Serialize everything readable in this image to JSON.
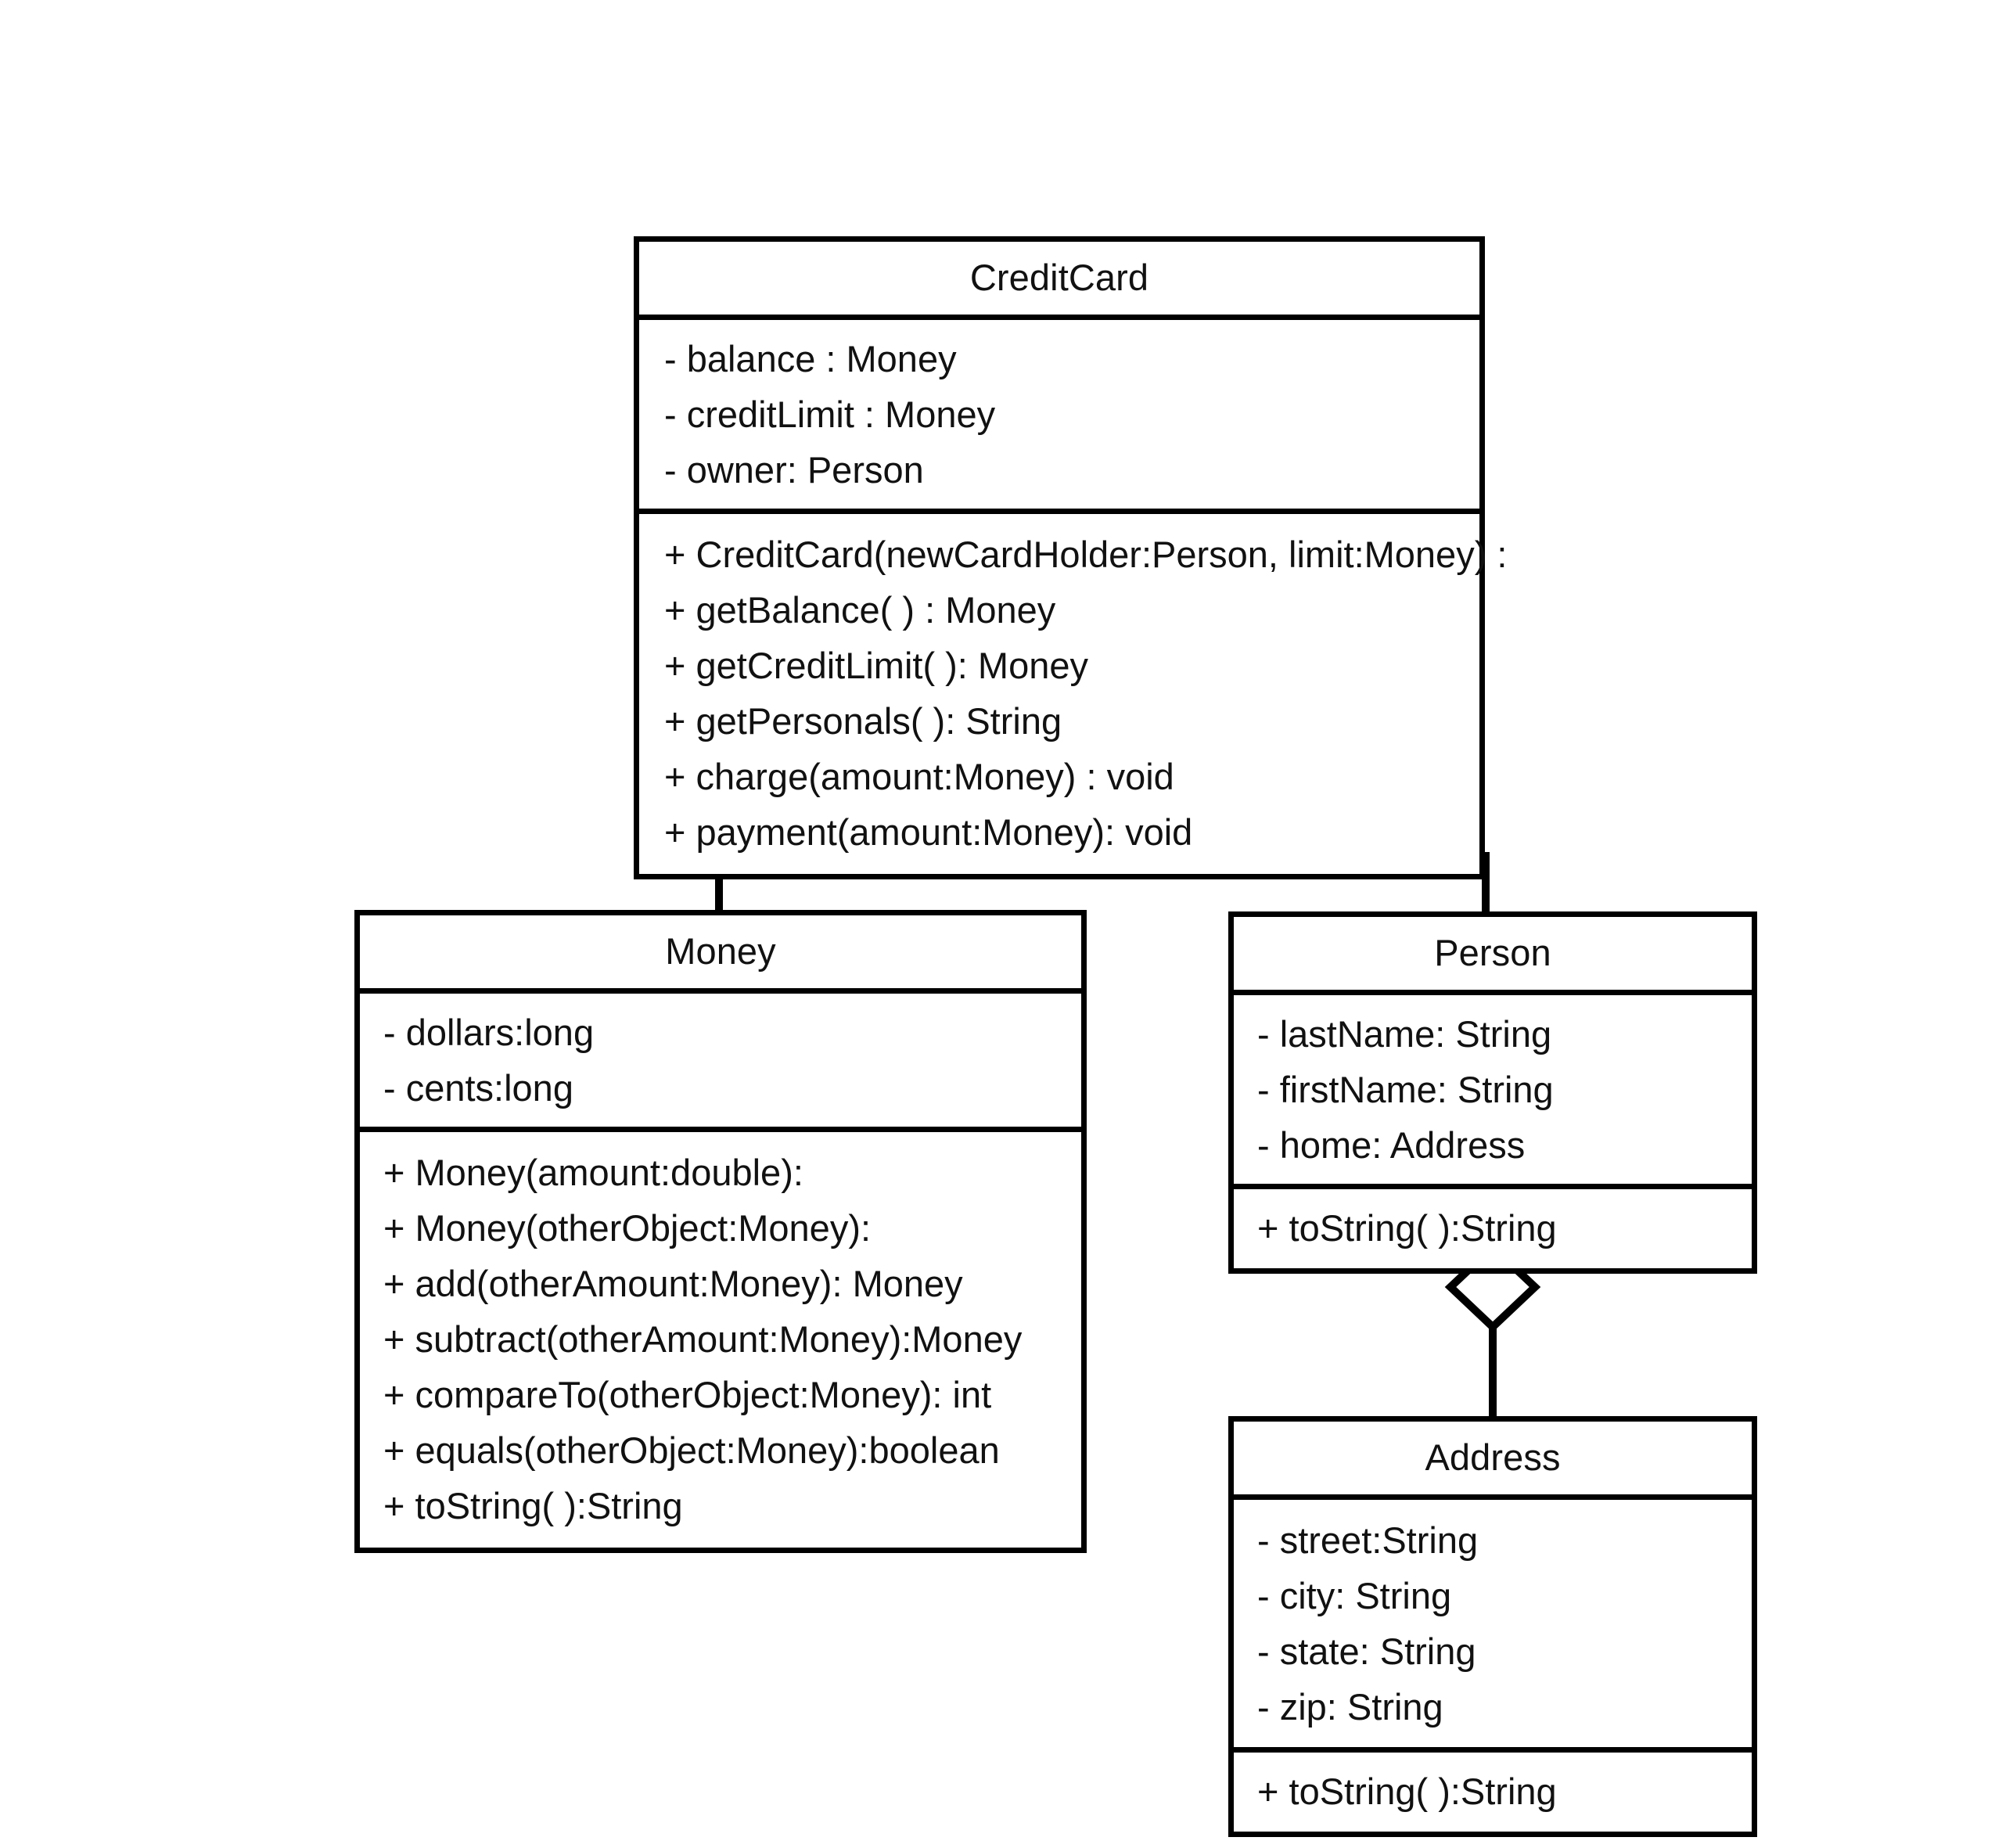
{
  "diagram": {
    "title": "CreditCard UML Class Diagram",
    "type": "uml-class-diagram",
    "background_color": "#ffffff",
    "line_color": "#000000",
    "text_color": "#111111"
  },
  "classes": {
    "creditcard": {
      "name": "CreditCard",
      "attributes": [
        "- balance : Money",
        "- creditLimit : Money",
        "- owner: Person"
      ],
      "operations": [
        "+ CreditCard(newCardHolder:Person, limit:Money) :",
        "+ getBalance( ) : Money",
        "+ getCreditLimit( ): Money",
        "+ getPersonals( ): String",
        "+ charge(amount:Money) : void",
        "+ payment(amount:Money): void"
      ]
    },
    "money": {
      "name": "Money",
      "attributes": [
        "- dollars:long",
        "- cents:long"
      ],
      "operations": [
        "+ Money(amount:double):",
        "+ Money(otherObject:Money):",
        "+ add(otherAmount:Money): Money",
        "+ subtract(otherAmount:Money):Money",
        "+ compareTo(otherObject:Money): int",
        "+ equals(otherObject:Money):boolean",
        "+ toString( ):String"
      ]
    },
    "person": {
      "name": "Person",
      "attributes": [
        "- lastName: String",
        "- firstName: String",
        "- home: Address"
      ],
      "operations": [
        "+ toString( ):String"
      ]
    },
    "address": {
      "name": "Address",
      "attributes": [
        "- street:String",
        "- city: String",
        "- state: String",
        "- zip: String"
      ],
      "operations": [
        "+ toString( ):String"
      ]
    }
  },
  "relationships": [
    {
      "name": "creditcard-money-aggregation",
      "type": "aggregation",
      "whole": "CreditCard",
      "part": "Money",
      "marker": "hollow-diamond"
    },
    {
      "name": "creditcard-person-aggregation",
      "type": "aggregation",
      "whole": "CreditCard",
      "part": "Person",
      "marker": "hollow-diamond"
    },
    {
      "name": "person-address-aggregation",
      "type": "aggregation",
      "whole": "Person",
      "part": "Address",
      "marker": "hollow-diamond"
    }
  ]
}
